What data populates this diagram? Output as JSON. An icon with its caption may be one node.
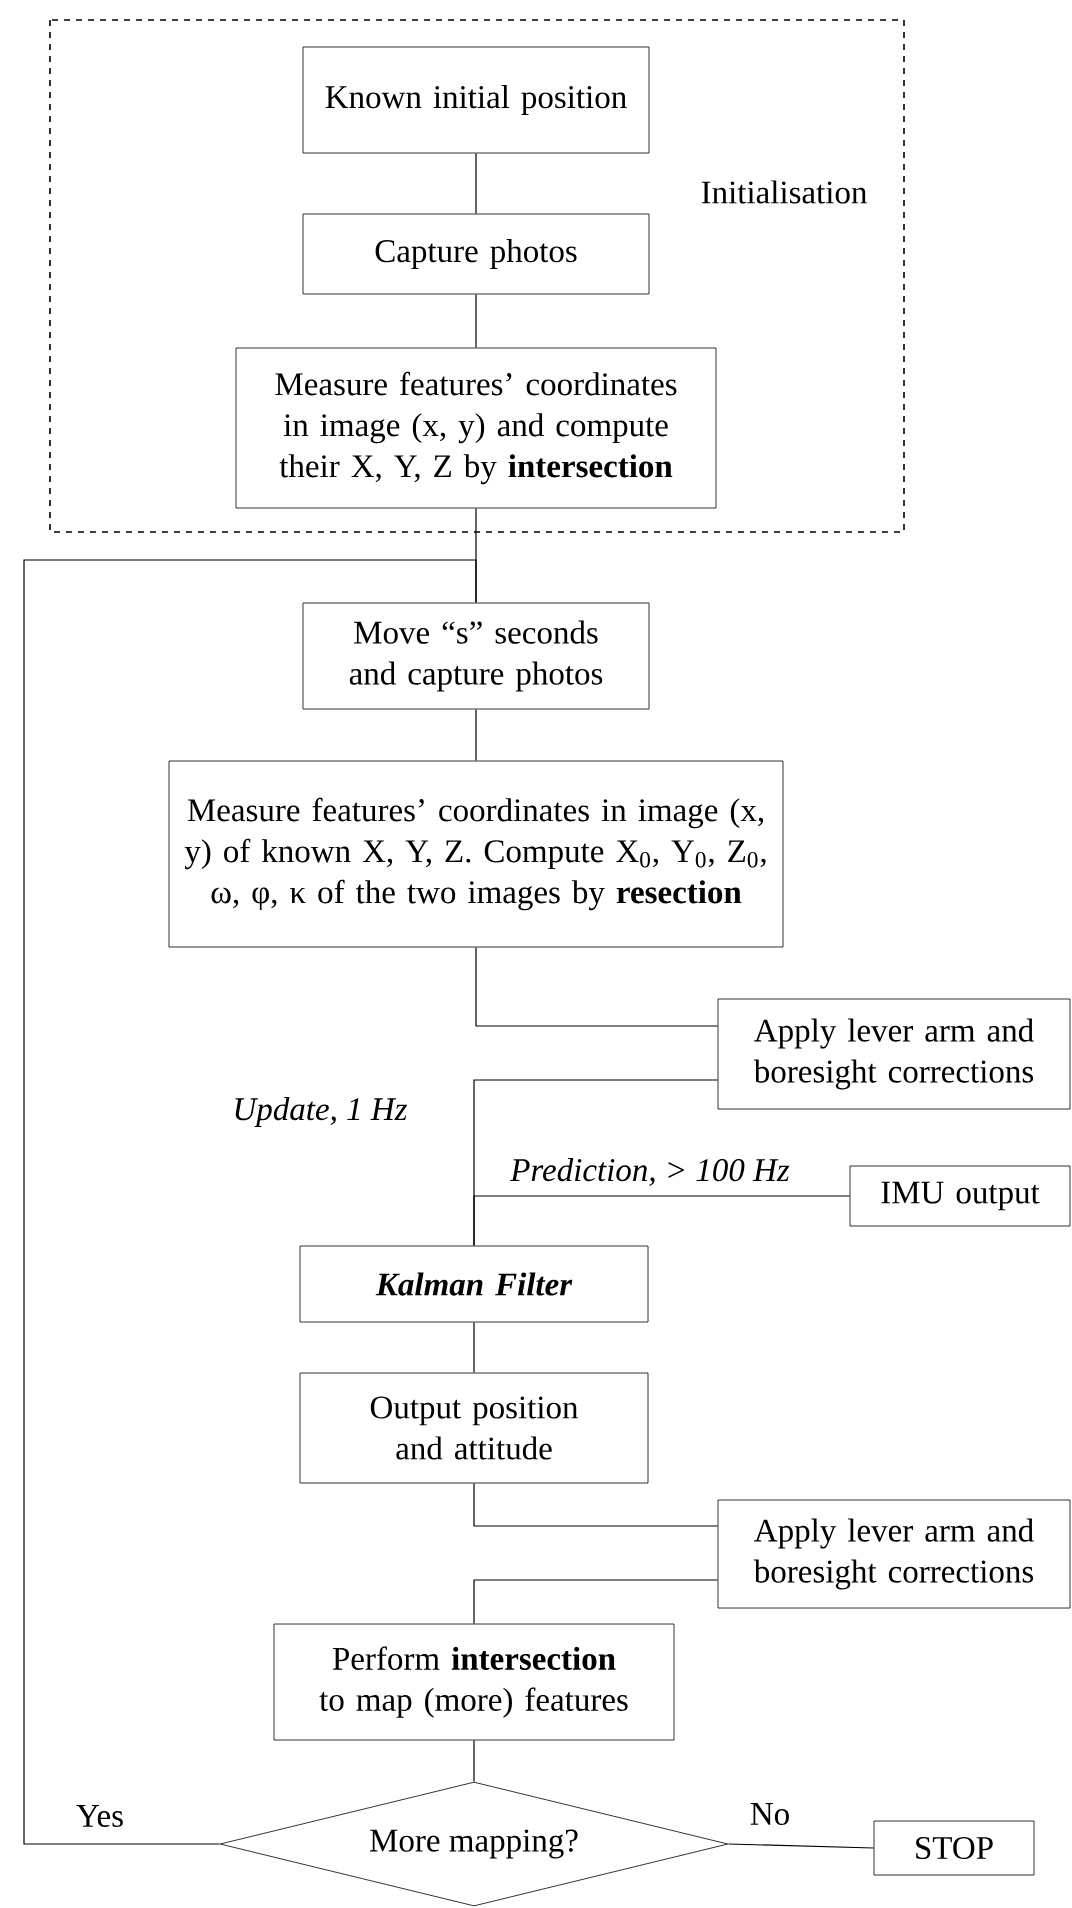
{
  "diagram": {
    "nodes": [
      {
        "text": [
          "Initialisation"
        ]
      },
      {
        "text": [
          "Known initial position"
        ],
        "in": 0
      },
      {
        "text": [
          "Capture photos"
        ],
        "in": 0
      },
      {
        "text": [
          "Measure features’ coordinates in image (x, y) and compute their X, Y, Z by **intersection**"
        ],
        "in": 0
      },
      {
        "text": [
          "Move “s” seconds and capture photos"
        ]
      },
      {
        "text": [
          "Measure features’ coordinates in image (x, y) of known X, Y, Z. Compute X$_{0}$, Y$_{0}$, Z$_{0}$, ω, φ, κ of the two images by **resection**"
        ]
      },
      {
        "text": [
          "Apply lever arm and boresight corrections"
        ]
      },
      {
        "text": [
          "IMU output"
        ]
      },
      {
        "text": [
          "Kalman Filter"
        ]
      },
      {
        "text": [
          "Output position and attitude"
        ]
      },
      {
        "text": [
          "Apply lever arm and boresight corrections"
        ]
      },
      {
        "text": [
          "Perform **intersection** to map (more) features"
        ]
      },
      {
        "text": [
          "More mapping?"
        ]
      },
      {
        "text": [
          "STOP"
        ]
      }
    ],
    "edges": [
      {
        "from": 1,
        "to": 2,
        "arrow": "none"
      },
      {
        "from": 2,
        "to": 3,
        "arrow": "none"
      },
      {
        "from": 3,
        "to": 4,
        "arrow": "none"
      },
      {
        "from": 12,
        "to": 4,
        "arrow": "none",
        "label": "Yes"
      },
      {
        "from": 4,
        "to": 5,
        "arrow": "none"
      },
      {
        "from": 5,
        "to": 6,
        "arrow": "none"
      },
      {
        "from": 6,
        "to": 8,
        "arrow": "none",
        "label": "*Update, 1 Hz*"
      },
      {
        "from": 7,
        "to": 8,
        "arrow": "none",
        "label": "*Prediction, > 100 Hz*"
      },
      {
        "from": 8,
        "to": 9,
        "arrow": "none"
      },
      {
        "from": 9,
        "to": 10,
        "arrow": "none"
      },
      {
        "from": 10,
        "to": 11,
        "arrow": "none"
      },
      {
        "from": 11,
        "to": 12,
        "arrow": "none"
      },
      {
        "from": 12,
        "to": 13,
        "arrow": "none",
        "label": "No"
      }
    ]
  }
}
